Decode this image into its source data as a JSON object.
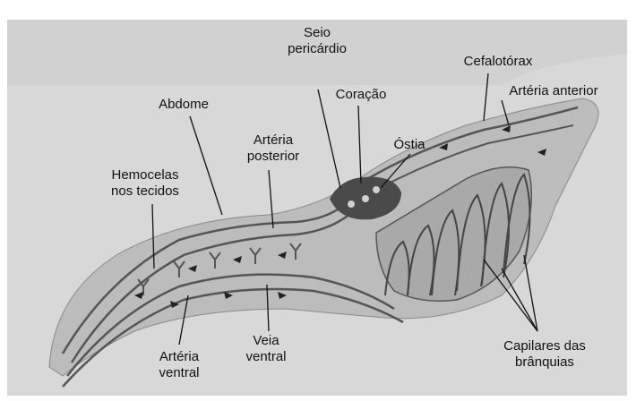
{
  "labels": {
    "seio_pericardio": [
      "Seio",
      "pericárdio"
    ],
    "cefalotorax": "Cefalotórax",
    "coracao": "Coração",
    "arteria_anterior": "Artéria anterior",
    "abdome": "Abdome",
    "ostia": "Óstia",
    "arteria_posterior": [
      "Artéria",
      "posterior"
    ],
    "hemocelas": [
      "Hemocelas",
      "nos tecidos"
    ],
    "arteria_ventral": [
      "Artéria",
      "ventral"
    ],
    "veia_ventral": [
      "Veia",
      "ventral"
    ],
    "capilares": [
      "Capilares das",
      "brânquias"
    ]
  }
}
